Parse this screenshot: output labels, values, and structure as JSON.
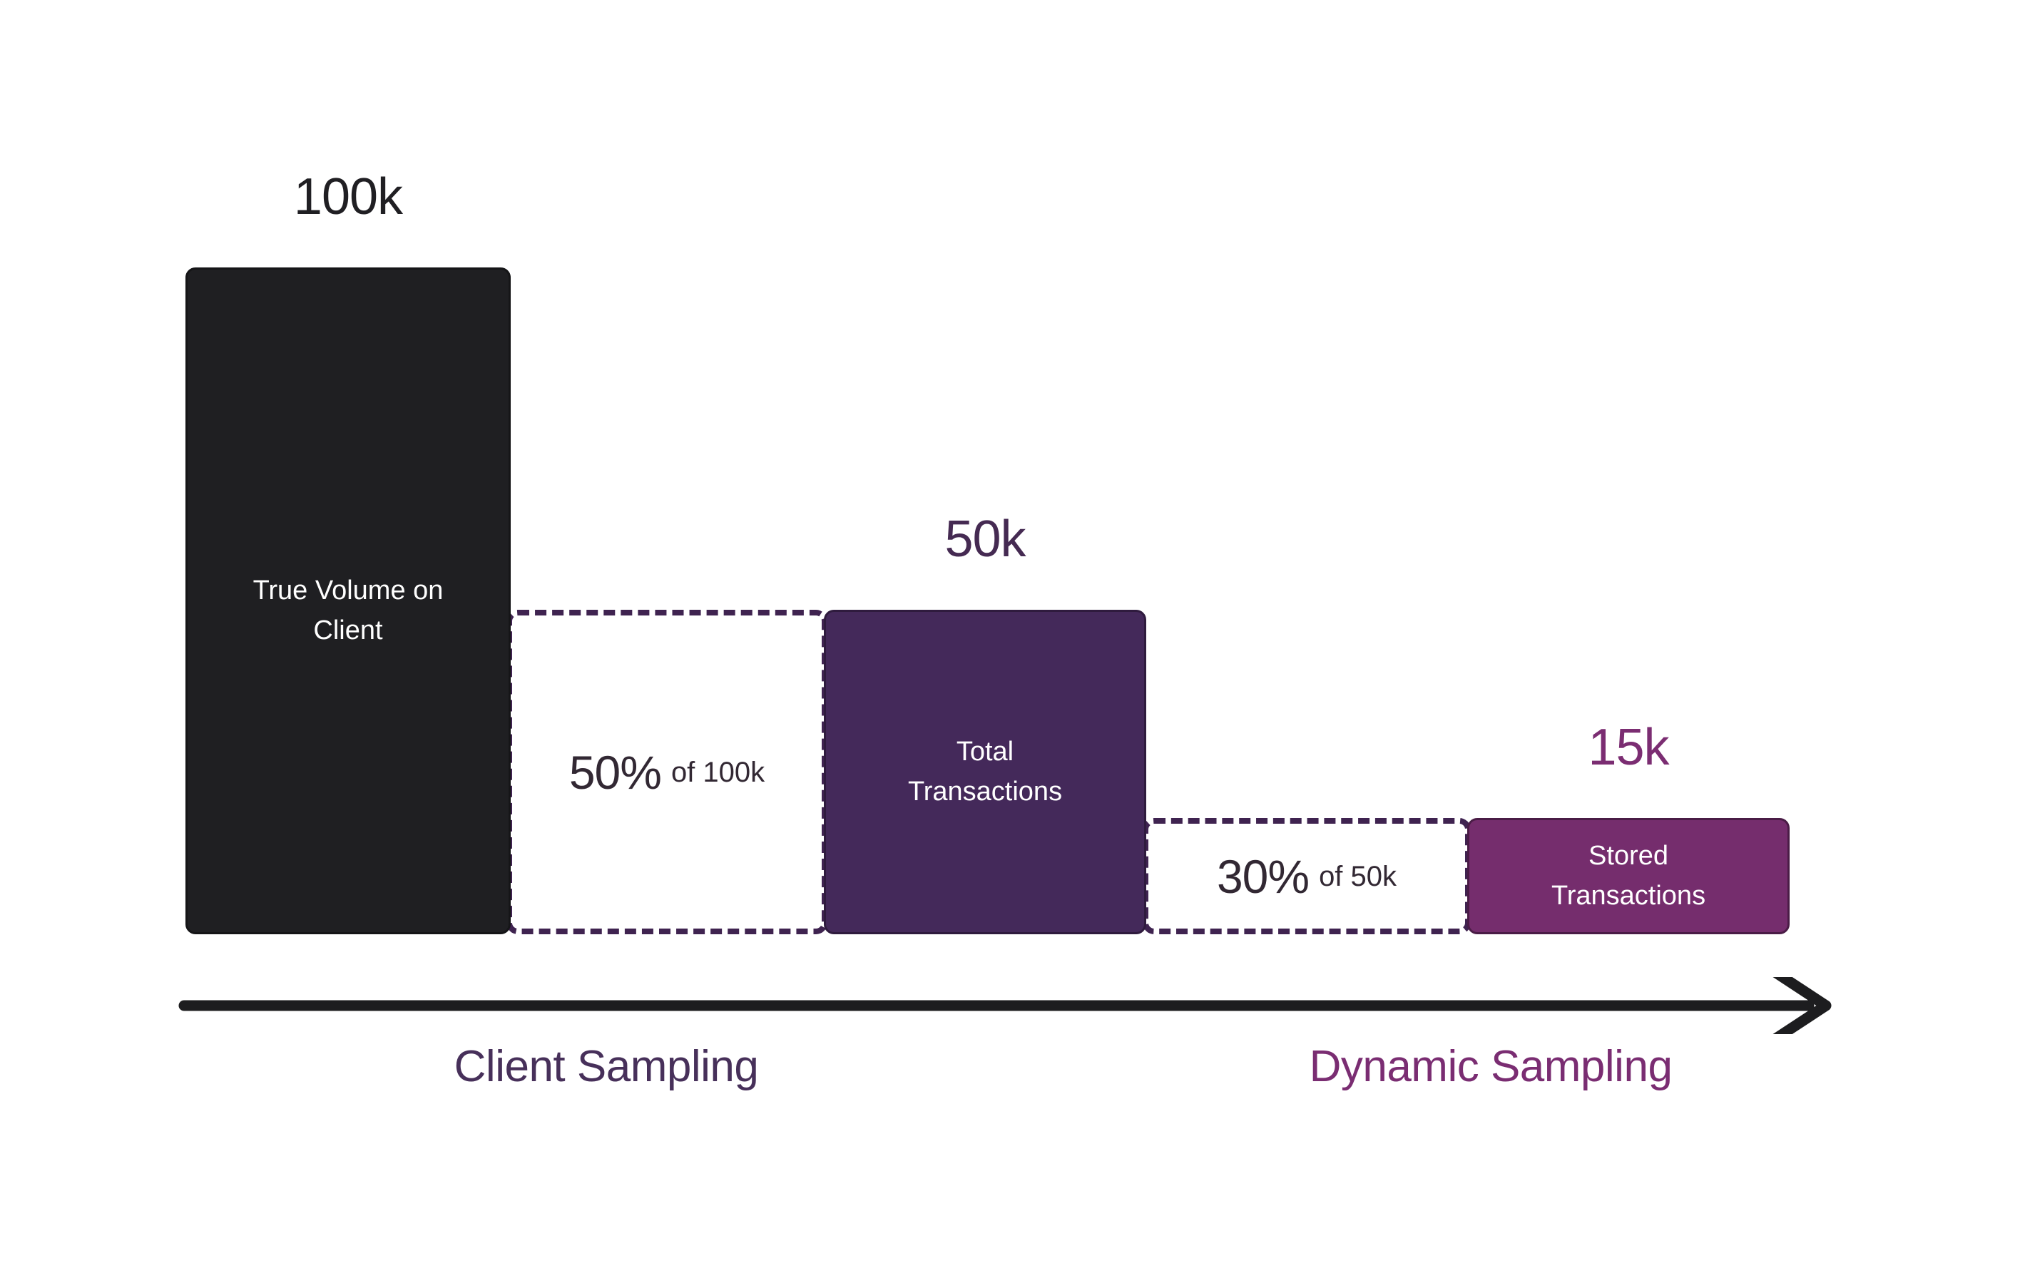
{
  "chart_data": {
    "type": "bar",
    "title": "",
    "subtitle": "",
    "xlabel": "",
    "ylabel": "",
    "categories": [
      "True Volume on Client",
      "Total Transactions",
      "Stored Transactions"
    ],
    "values": [
      100000,
      50000,
      15000
    ],
    "value_labels": [
      "100k",
      "50k",
      "15k"
    ],
    "grid": false,
    "legend_position": "none",
    "annotations": [
      {
        "stage": "Client Sampling",
        "rate": "50%",
        "of": "of 100k",
        "from": 100000,
        "to": 50000
      },
      {
        "stage": "Dynamic Sampling",
        "rate": "30%",
        "of": "of 50k",
        "from": 50000,
        "to": 15000
      }
    ]
  },
  "bars": [
    {
      "value_label": "100k",
      "value_label_color": "#201F23",
      "name": "True Volume on Client",
      "text_line1": "True Volume on",
      "text_line2": "Client",
      "fill": "#1F1F22",
      "text_color": "#FFFFFF"
    },
    {
      "value_label": "50k",
      "value_label_color": "#452A52",
      "name": "Total Transactions",
      "text_line1": "Total",
      "text_line2": "Transactions",
      "fill": "#44295A",
      "text_color": "#FFFFFF"
    },
    {
      "value_label": "15k",
      "value_label_color": "#7B2D72",
      "name": "Stored Transactions",
      "text_line1": "Stored",
      "text_line2": "Transactions",
      "fill": "#752D6D",
      "text_color": "#FFFFFF"
    }
  ],
  "reductions": [
    {
      "percent": "50%",
      "of_text": "of 100k",
      "border_color": "#3F2350",
      "text_color": "#322833"
    },
    {
      "percent": "30%",
      "of_text": "of 50k",
      "border_color": "#3F2350",
      "text_color": "#322833"
    }
  ],
  "axis": {
    "arrow_color": "#1D1D1F",
    "direction": "right"
  },
  "stage_labels": [
    {
      "label": "Client Sampling",
      "color": "#47305A"
    },
    {
      "label": "Dynamic Sampling",
      "color": "#7A2D72"
    }
  ],
  "colors": {
    "background": "#FFFFFF",
    "dark": "#1F1F22",
    "purple_dark": "#44295A",
    "purple_bright": "#752D6D",
    "dashed_border": "#3F2350"
  }
}
